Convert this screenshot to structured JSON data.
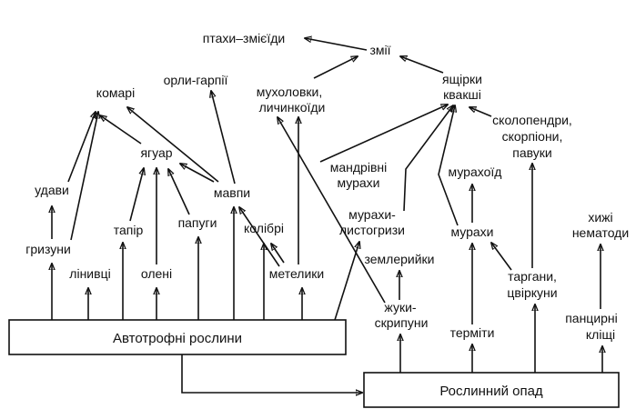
{
  "diagram": {
    "boxes": {
      "autotrophic_plants": "Автотрофні рослини",
      "plant_litter": "Рослинний опад"
    },
    "nodes": {
      "snake_eagles": "птахи–змієїди",
      "snakes": "змії",
      "eagles_harpies": "орли-гарпії",
      "mosquitoes": "комарі",
      "flycatchers_line1": "мухоловки,",
      "flycatchers_line2": "личинкоїди",
      "lizards_line1": "ящірки",
      "lizards_line2": "квакші",
      "centipedes_line1": "сколопендри,",
      "centipedes_line2": "скорпіони,",
      "centipedes_line3": "павуки",
      "jaguar": "ягуар",
      "boas": "удави",
      "army_ants_line1": "мандрівні",
      "army_ants_line2": "мурахи",
      "anteater": "мурахоїд",
      "monkeys": "мавпи",
      "tapir": "тапір",
      "parrots": "папуги",
      "hummingbirds": "колібрі",
      "leaf_ants_line1": "мурахи-",
      "leaf_ants_line2": "листогризи",
      "ants": "мурахи",
      "predatory_nematodes_line1": "хижі",
      "predatory_nematodes_line2": "нематоди",
      "rodents": "гризуни",
      "sloths": "лінивці",
      "deer": "олені",
      "butterflies": "метелики",
      "earthworms": "землерийки",
      "cockroaches_line1": "таргани,",
      "cockroaches_line2": "цвіркуни",
      "bark_beetles_line1": "жуки-",
      "bark_beetles_line2": "скрипуни",
      "termites": "терміти",
      "oribatid_mites_line1": "панцирні",
      "oribatid_mites_line2": "кліщі"
    }
  }
}
